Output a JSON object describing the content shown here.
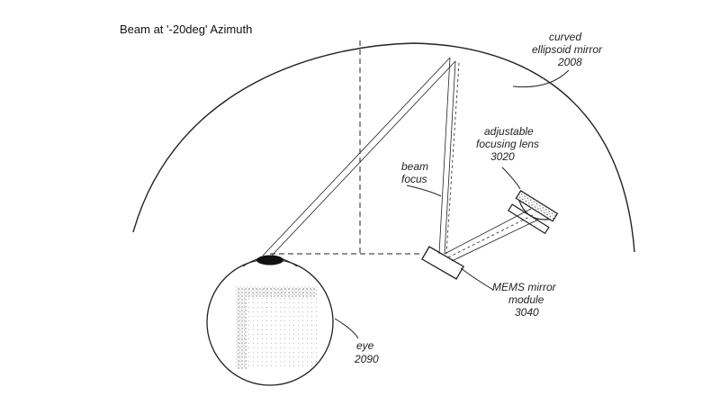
{
  "title": "Beam at '-20deg' Azimuth",
  "labels": {
    "mirror": {
      "line1": "curved",
      "line2": "ellipsoid mirror",
      "ref": "2008"
    },
    "lens": {
      "line1": "adjustable",
      "line2": "focusing lens",
      "ref": "3020"
    },
    "focus": {
      "line1": "beam",
      "line2": "focus"
    },
    "mems": {
      "line1": "MEMS mirror",
      "line2": "module",
      "ref": "3040"
    },
    "eye": {
      "line1": "eye",
      "ref": "2090"
    }
  },
  "colors": {
    "ink": "#222222",
    "background": "#ffffff"
  }
}
